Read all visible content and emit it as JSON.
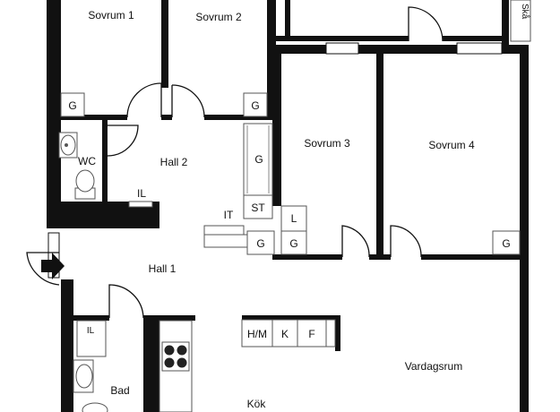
{
  "rooms": {
    "sovrum1": "Sovrum 1",
    "sovrum2": "Sovrum 2",
    "sovrum3": "Sovrum 3",
    "sovrum4": "Sovrum 4",
    "hall2": "Hall 2",
    "hall1": "Hall 1",
    "wc": "WC",
    "bad": "Bad",
    "kok": "Kök",
    "vardagsrum": "Vardagsrum",
    "ska": "Skå"
  },
  "fixtures": {
    "g": "G",
    "il": "IL",
    "it": "IT",
    "st": "ST",
    "l": "L",
    "hm": "H/M",
    "k": "K",
    "f": "F"
  },
  "colors": {
    "wall": "#111111",
    "window": "#ffffff",
    "fixture_stroke": "#555555"
  }
}
